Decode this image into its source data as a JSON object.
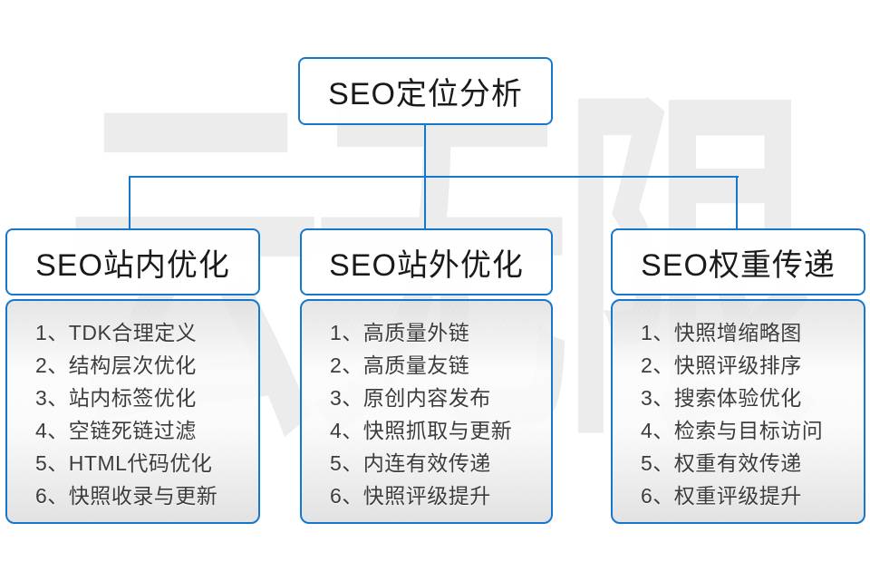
{
  "colors": {
    "accent_blue": "#1678cc",
    "header_text": "#1a1a1a",
    "item_text": "#3c3c3c",
    "watermark_gray": "#ececec"
  },
  "watermark": "云无限",
  "root": {
    "title": "SEO定位分析"
  },
  "columns": [
    {
      "header": "SEO站内优化",
      "items": [
        "1、TDK合理定义",
        "2、结构层次优化",
        "3、站内标签优化",
        "4、空链死链过滤",
        "5、HTML代码优化",
        "6、快照收录与更新"
      ]
    },
    {
      "header": "SEO站外优化",
      "items": [
        "1、高质量外链",
        "2、高质量友链",
        "3、原创内容发布",
        "4、快照抓取与更新",
        "5、内连有效传递",
        "6、快照评级提升"
      ]
    },
    {
      "header": "SEO权重传递",
      "items": [
        "1、快照增缩略图",
        "2、快照评级排序",
        "3、搜索体验优化",
        "4、检索与目标访问",
        "5、权重有效传递",
        "6、权重评级提升"
      ]
    }
  ]
}
